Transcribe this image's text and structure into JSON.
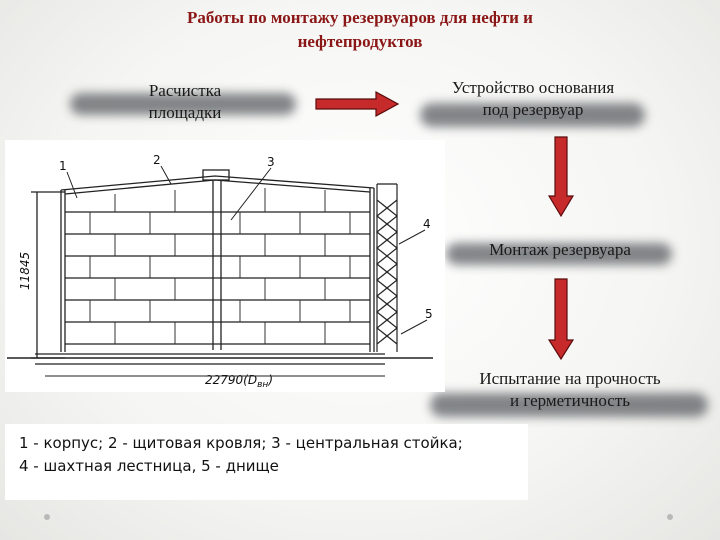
{
  "title": {
    "line1": "Работы по монтажу резервуаров для нефти и",
    "line2": "нефтепродуктов"
  },
  "steps": {
    "clearing": {
      "line1": "Расчистка",
      "line2": "площадки"
    },
    "foundation": {
      "line1": "Устройство основания",
      "line2": "под резервуар"
    },
    "assembly": {
      "line1": "Монтаж резервуара"
    },
    "testing": {
      "line1": "Испытание на прочность",
      "line2": "и герметичность"
    }
  },
  "drawing": {
    "callouts": [
      "1",
      "2",
      "3",
      "4",
      "5"
    ],
    "height_dim": "11845",
    "width_dim": "22790(D",
    "width_dim_sub": "вн",
    "width_dim_close": ")"
  },
  "legend": {
    "line1": "1 - корпус; 2 - щитовая кровля; 3 - центральная стойка;",
    "line2": "4 - шахтная лестница, 5 - днище"
  },
  "colors": {
    "title": "#8a1616",
    "arrow_fill": "#c62a2a",
    "arrow_stroke": "#5a0c0c",
    "shadow": "#5b5e62"
  }
}
